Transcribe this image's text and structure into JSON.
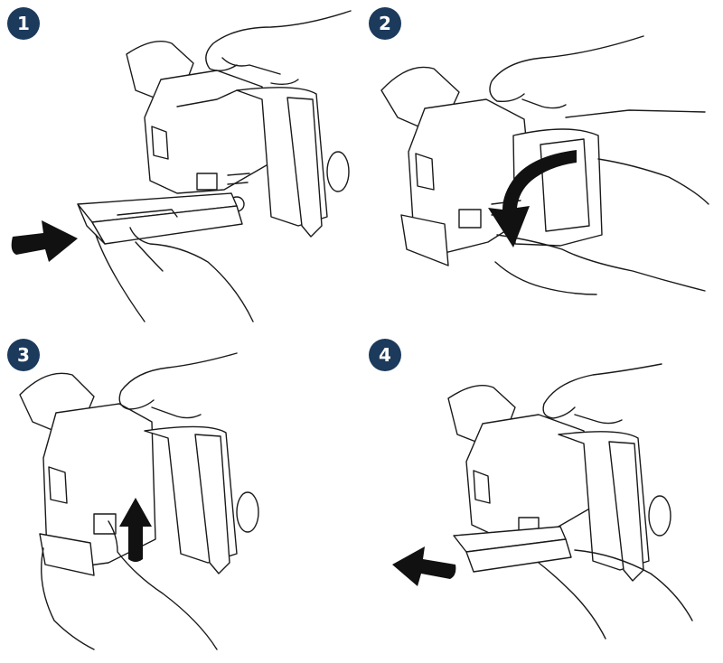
{
  "badge_color": "#1b3a5c",
  "steps": [
    {
      "number": "1",
      "action": "insert-tray",
      "arrow": "right"
    },
    {
      "number": "2",
      "action": "rotate-down",
      "arrow": "curved-down"
    },
    {
      "number": "3",
      "action": "push-up",
      "arrow": "up"
    },
    {
      "number": "4",
      "action": "pull-out",
      "arrow": "left"
    }
  ]
}
